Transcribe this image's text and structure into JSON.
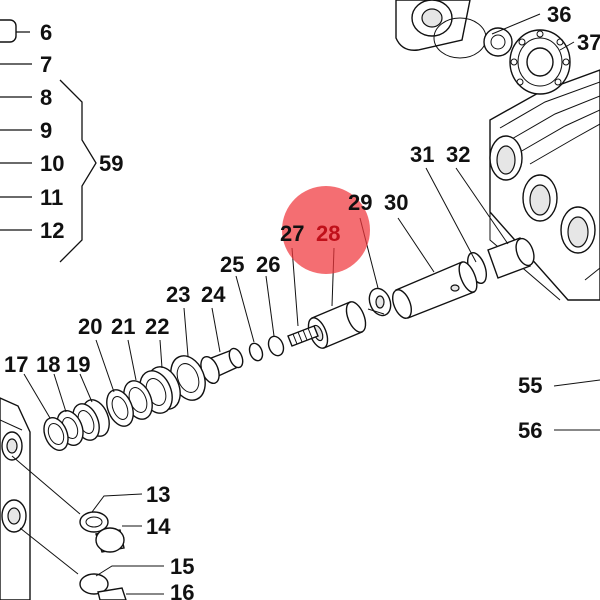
{
  "diagram": {
    "highlight_color": "#f0363c",
    "highlighted_part": "28",
    "group_bracket_label": "59",
    "callouts": {
      "p6": "6",
      "p7": "7",
      "p8": "8",
      "p9": "9",
      "p10": "10",
      "p11": "11",
      "p12": "12",
      "p13": "13",
      "p14": "14",
      "p15": "15",
      "p16": "16",
      "p17": "17",
      "p18": "18",
      "p19": "19",
      "p20": "20",
      "p21": "21",
      "p22": "22",
      "p23": "23",
      "p24": "24",
      "p25": "25",
      "p26": "26",
      "p27": "27",
      "p28": "28",
      "p29": "29",
      "p30": "30",
      "p31": "31",
      "p32": "32",
      "p36": "36",
      "p37": "37",
      "p55": "55",
      "p56": "56"
    }
  }
}
